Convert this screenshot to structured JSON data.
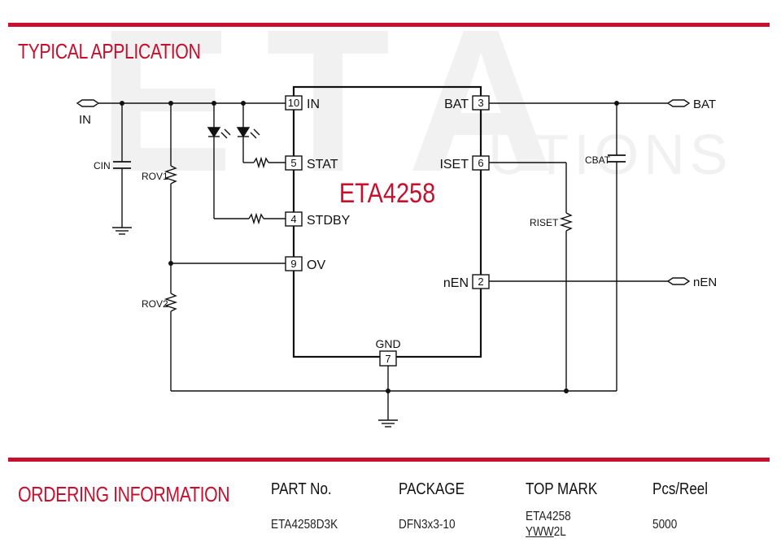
{
  "sections": {
    "typical_application": "TYPICAL APPLICATION",
    "ordering_information": "ORDERING INFORMATION"
  },
  "watermark": {
    "big": "ETA",
    "small": "UTIONS"
  },
  "schematic": {
    "chip_name": "ETA4258",
    "pins": {
      "in": {
        "num": "10",
        "label": "IN"
      },
      "stat": {
        "num": "5",
        "label": "STAT"
      },
      "stdby": {
        "num": "4",
        "label": "STDBY"
      },
      "ov": {
        "num": "9",
        "label": "OV"
      },
      "bat": {
        "num": "3",
        "label": "BAT"
      },
      "iset": {
        "num": "6",
        "label": "ISET"
      },
      "nen": {
        "num": "2",
        "label": "nEN"
      },
      "gnd": {
        "num": "7",
        "label": "GND"
      }
    },
    "terminals": {
      "in": "IN",
      "bat": "BAT",
      "nen": "nEN"
    },
    "components": {
      "cin": "CIN",
      "rov1": "ROV1",
      "rov2": "ROV2",
      "riset": "RISET",
      "cbat": "CBAT"
    }
  },
  "ordering": {
    "headers": [
      "PART No.",
      "PACKAGE",
      "TOP MARK",
      "Pcs/Reel"
    ],
    "row": {
      "part_no": "ETA4258D3K",
      "package": "DFN3x3-10",
      "top_mark_line1": "ETA4258",
      "top_mark_line2_underlined": "YWW",
      "top_mark_line2_rest": "2L",
      "pcs_reel": "5000"
    }
  },
  "colors": {
    "accent": "#c8102e",
    "wire": "#111111"
  }
}
